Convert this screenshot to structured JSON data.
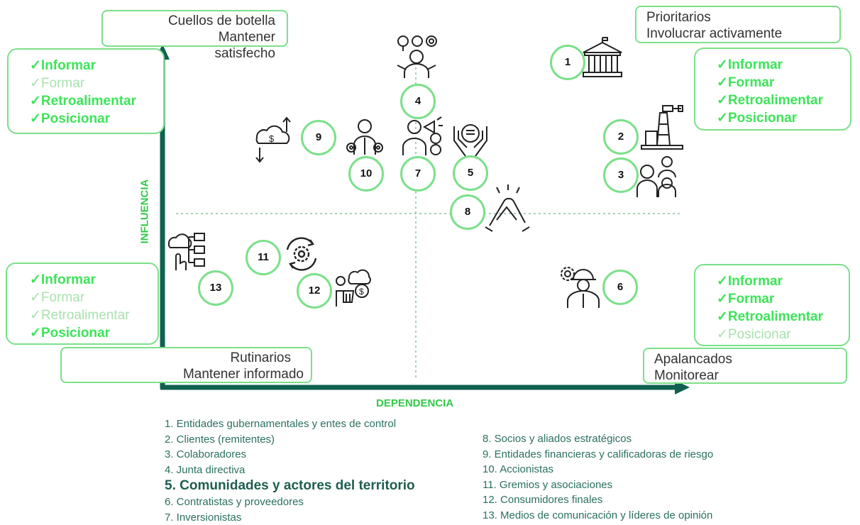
{
  "axes": {
    "y_label": "INFLUENCIA",
    "x_label": "DEPENDENCIA"
  },
  "quadrants": {
    "top_left": {
      "title": "Cuellos de botella",
      "subtitle": "Mantener satisfecho"
    },
    "top_right": {
      "title": "Prioritarios",
      "subtitle": "Involucrar activamente"
    },
    "bottom_left": {
      "title": "Rutinarios",
      "subtitle": "Mantener informado"
    },
    "bottom_right": {
      "title": "Apalancados",
      "subtitle": "Monitorear"
    }
  },
  "action_boxes": {
    "top_left": [
      {
        "text": "✓Informar",
        "active": true
      },
      {
        "text": "✓Formar",
        "active": false
      },
      {
        "text": "✓Retroalimentar",
        "active": true
      },
      {
        "text": "✓Posicionar",
        "active": true
      }
    ],
    "top_right": [
      {
        "text": "✓Informar",
        "active": true
      },
      {
        "text": "✓Formar",
        "active": true
      },
      {
        "text": "✓Retroalimentar",
        "active": true
      },
      {
        "text": "✓Posicionar",
        "active": true
      }
    ],
    "bottom_left": [
      {
        "text": "✓Informar",
        "active": true
      },
      {
        "text": "✓Formar",
        "active": false
      },
      {
        "text": "✓Retroalimentar",
        "active": false
      },
      {
        "text": "✓Posicionar",
        "active": true
      }
    ],
    "bottom_right": [
      {
        "text": "✓Informar",
        "active": true
      },
      {
        "text": "✓Formar",
        "active": true
      },
      {
        "text": "✓Retroalimentar",
        "active": true
      },
      {
        "text": "✓Posicionar",
        "active": false
      }
    ]
  },
  "markers": [
    "1",
    "2",
    "3",
    "4",
    "5",
    "6",
    "7",
    "8",
    "9",
    "10",
    "11",
    "12",
    "13"
  ],
  "legend_left": [
    "1. Entidades gubernamentales y entes de control",
    "2. Clientes (remitentes)",
    "3. Colaboradores",
    "4. Junta directiva",
    "5. Comunidades y actores del territorio",
    "6. Contratistas y proveedores",
    "7. Inversionistas"
  ],
  "legend_right": [
    "8. Socios y aliados estratégicos",
    "9. Entidades financieras y  calificadoras de riesgo",
    "10. Accionistas",
    "11. Gremios y asociaciones",
    "12. Consumidores finales",
    "13. Medios de comunicación y líderes de opinión"
  ],
  "colors": {
    "box_border": "#7be08a",
    "axis": "#0f6150",
    "check_active": "#3ee45a",
    "check_inactive": "#a8e2ad",
    "legend_text": "#2a7060",
    "axis_label": "#34c84a"
  }
}
